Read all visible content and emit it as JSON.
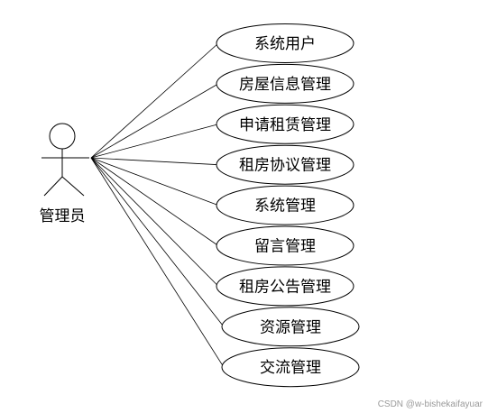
{
  "actor": {
    "label": "管理员",
    "icon": "stick-figure-actor-icon"
  },
  "use_cases": [
    {
      "label": "系统用户"
    },
    {
      "label": "房屋信息管理"
    },
    {
      "label": "申请租赁管理"
    },
    {
      "label": "租房协议管理"
    },
    {
      "label": "系统管理"
    },
    {
      "label": "留言管理"
    },
    {
      "label": "租房公告管理"
    },
    {
      "label": "资源管理"
    },
    {
      "label": "交流管理"
    }
  ],
  "watermark": "CSDN @w-bishekaifayuar"
}
